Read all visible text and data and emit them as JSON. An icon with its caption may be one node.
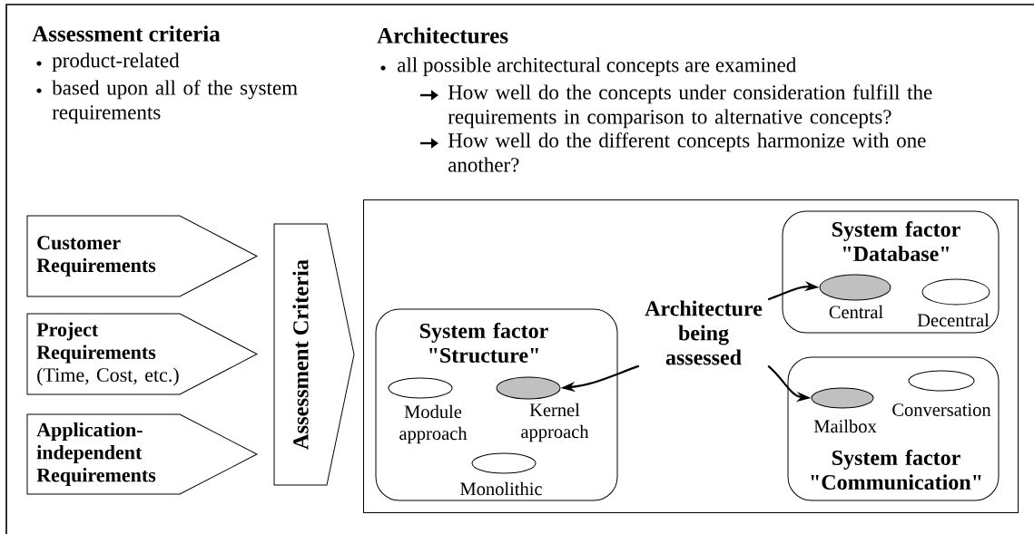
{
  "diagram": {
    "nodes": [
      {
        "text": [
          "Customer Requirements"
        ]
      },
      {
        "text": [
          "Project Requirements",
          "(Time, Cost, etc.)"
        ]
      },
      {
        "text": [
          "Application-independent Requirements"
        ]
      },
      {
        "text": [
          "Assessment Criteria"
        ]
      },
      {
        "text": [],
        "shape": "box"
      },
      {
        "text": [
          "System factor \"Structure\""
        ],
        "in": 4
      },
      {
        "text": [],
        "shape": "ellipse",
        "beside": [
          "Module approach"
        ],
        "in": 5
      },
      {
        "text": [],
        "shape": "ellipse",
        "beside": [
          "Kernel approach"
        ],
        "in": 5
      },
      {
        "text": [],
        "shape": "ellipse",
        "beside": [
          "Monolithic"
        ],
        "in": 5
      },
      {
        "text": [
          "Architecture being assessed"
        ],
        "in": 4
      },
      {
        "text": [
          "System factor \"Database\""
        ],
        "in": 4
      },
      {
        "text": [],
        "shape": "ellipse",
        "beside": [
          "Central"
        ],
        "in": 10
      },
      {
        "text": [],
        "shape": "ellipse",
        "beside": [
          "Decentral"
        ],
        "in": 10
      },
      {
        "text": [
          "System factor \"Communication\""
        ],
        "in": 4
      },
      {
        "text": [],
        "shape": "ellipse",
        "beside": [
          "Mailbox"
        ],
        "in": 13
      },
      {
        "text": [],
        "shape": "ellipse",
        "beside": [
          "Conversation"
        ],
        "in": 13
      }
    ],
    "edges": [
      {
        "from": 9,
        "to": 7,
        "arrow": "to"
      },
      {
        "from": 9,
        "to": 11,
        "arrow": "to"
      },
      {
        "from": 9,
        "to": 14,
        "arrow": "to"
      }
    ],
    "labels": [
      "Assessment criteria",
      "product-related",
      "based upon all of the system requirements",
      "Architectures",
      "all possible architectural concepts are examined",
      "How well do the concepts under consideration fulfill the requirements in comparison to alternative concepts?",
      "How well do the different concepts harmonize with one another?"
    ]
  }
}
